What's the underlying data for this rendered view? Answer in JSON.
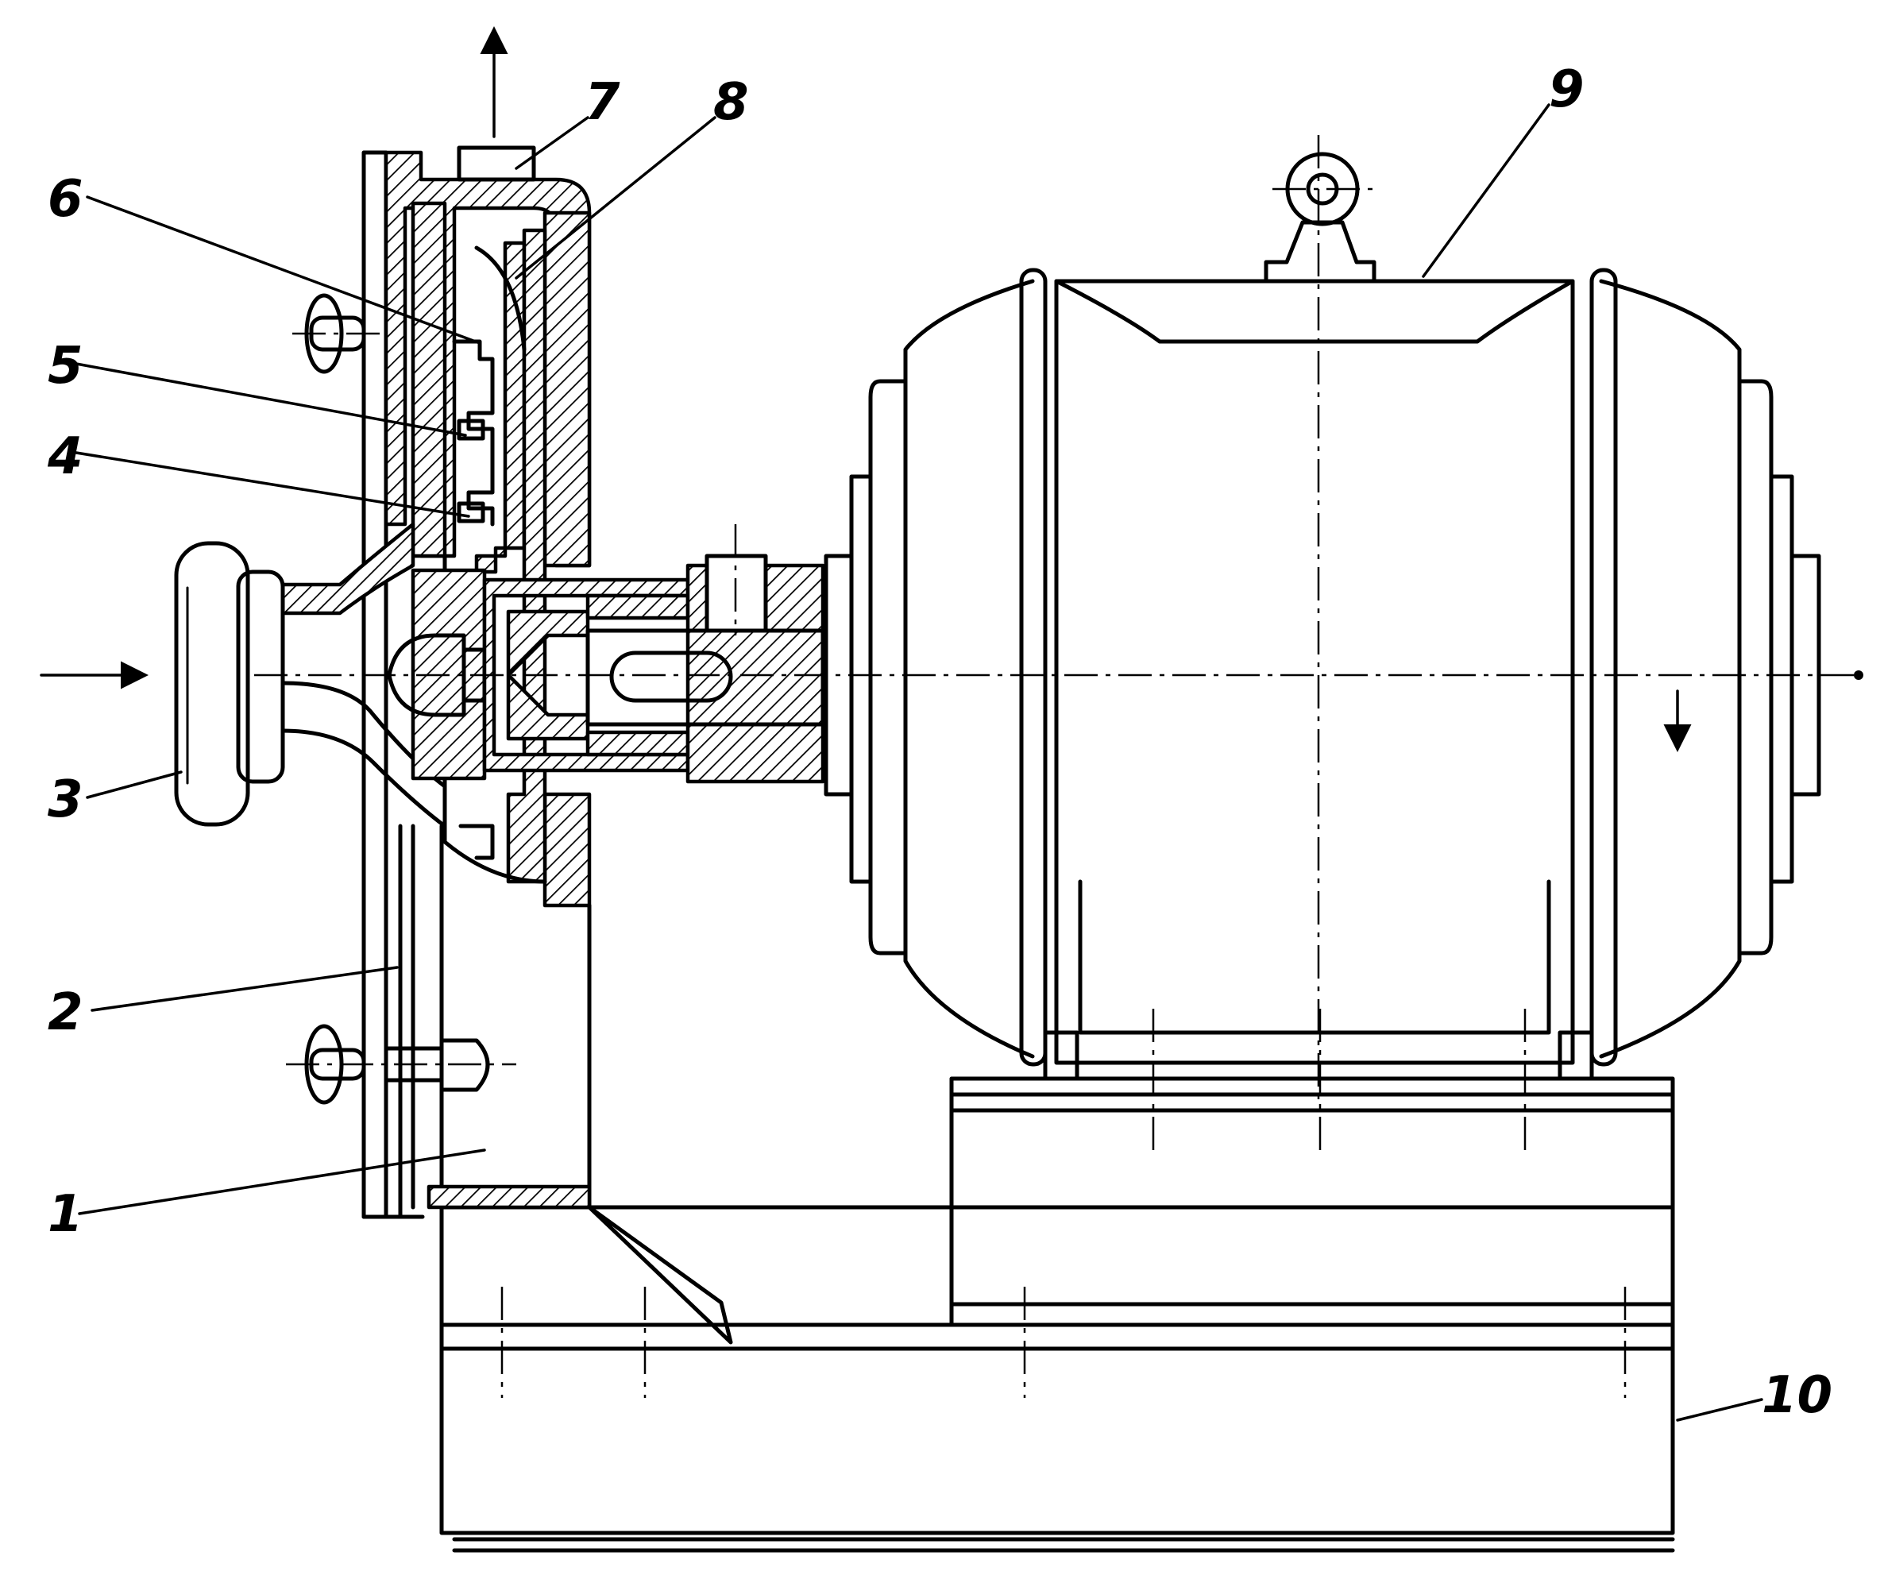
{
  "labels": {
    "l1": "1",
    "l2": "2",
    "l3": "3",
    "l4": "4",
    "l5": "5",
    "l6": "6",
    "l7": "7",
    "l8": "8",
    "l9": "9",
    "l10": "10"
  },
  "colors": {
    "ink": "#000000",
    "paper": "#ffffff"
  },
  "icons": {
    "flow_in": "arrow-right-icon",
    "flow_out": "arrow-up-icon",
    "rotation": "arrow-down-icon"
  }
}
